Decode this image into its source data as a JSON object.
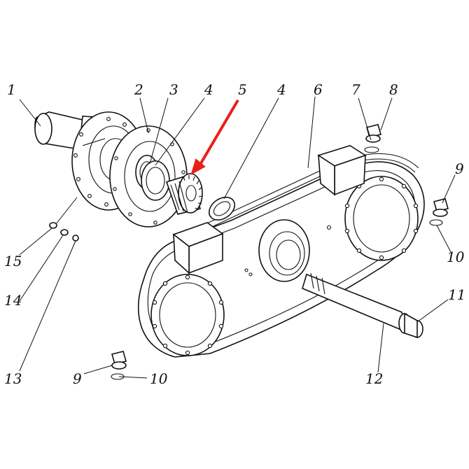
{
  "callouts": {
    "n1": "1",
    "n2": "2",
    "n3": "3",
    "n4a": "4",
    "n5": "5",
    "n4b": "4",
    "n6": "6",
    "n7": "7",
    "n8": "8",
    "n9a": "9",
    "n10a": "10",
    "n11": "11",
    "n12": "12",
    "n13": "13",
    "n14": "14",
    "n15": "15",
    "n9b": "9",
    "n10b": "10"
  },
  "colors": {
    "highlight_arrow": "#e8201a",
    "line": "#111111",
    "background": "#ffffff"
  }
}
